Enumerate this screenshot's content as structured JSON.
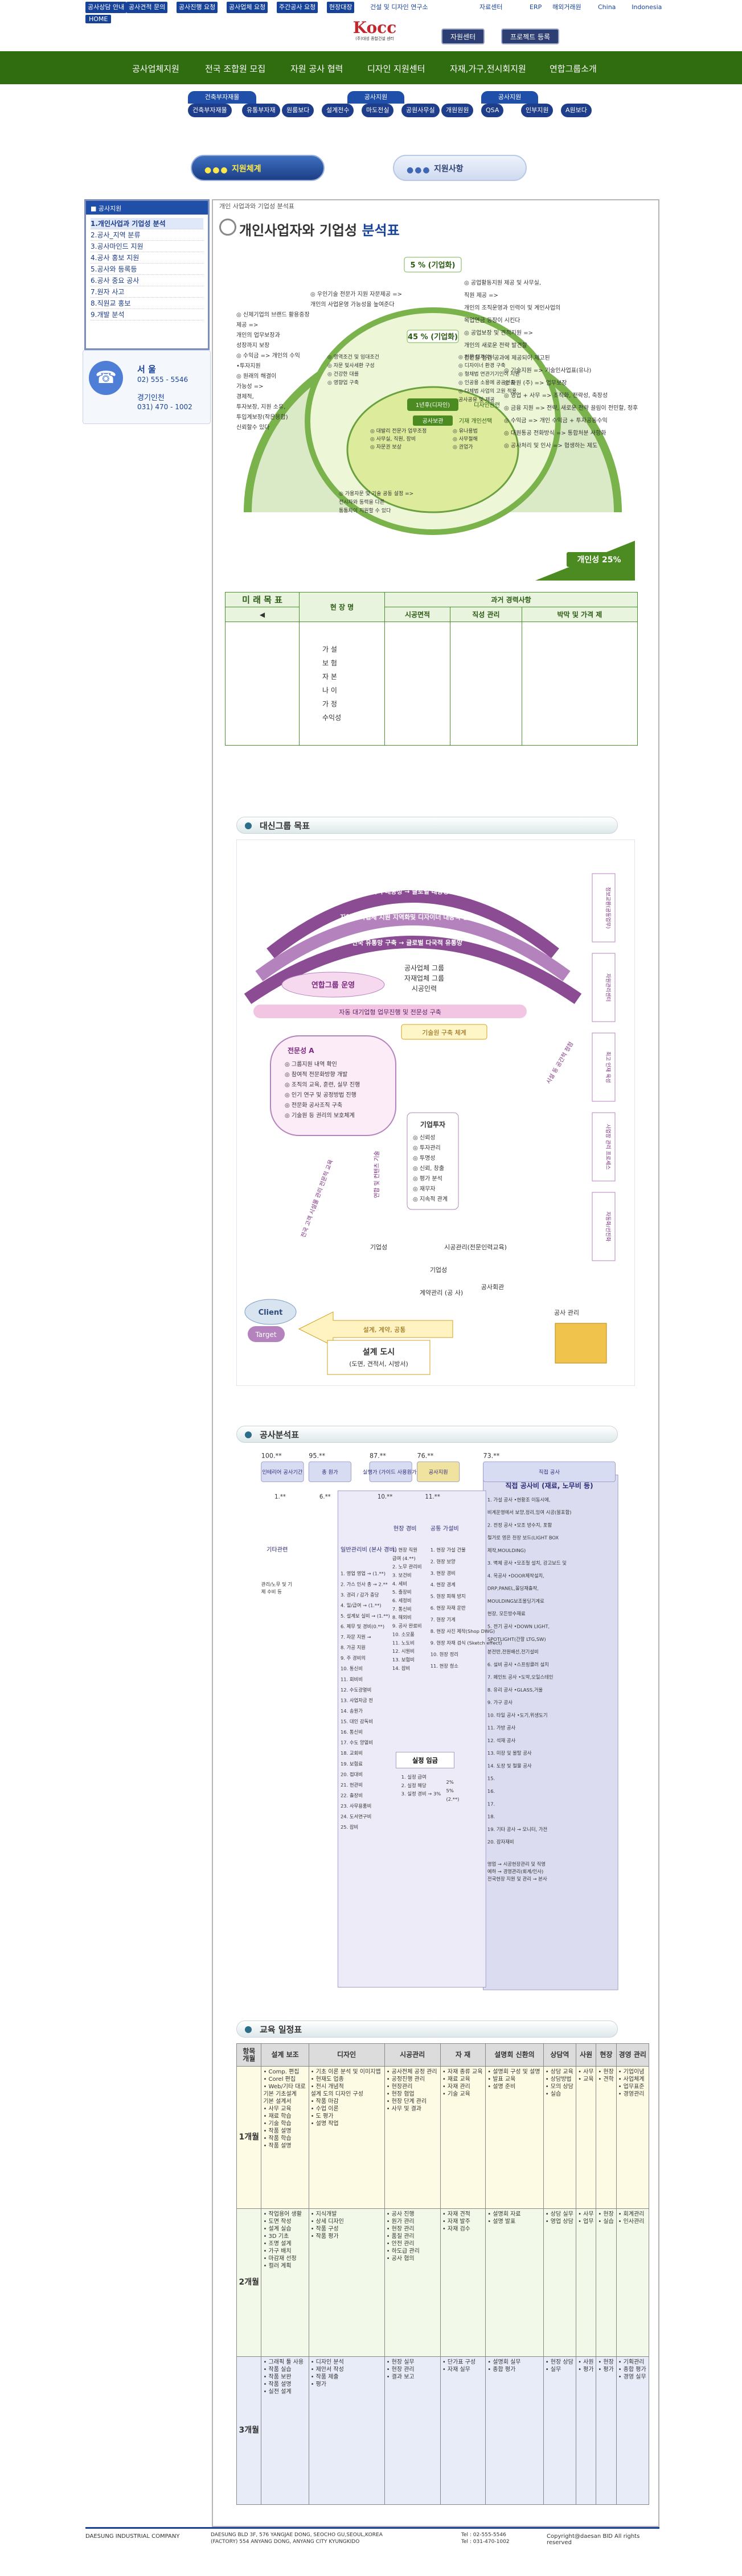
{
  "top_links": [
    {
      "label": "공사상담 안내",
      "style": "blue"
    },
    {
      "label": "공사견적 문의",
      "style": "blue"
    },
    {
      "label": "공사진행 요청",
      "style": "blue"
    },
    {
      "label": "공사업체 요청",
      "style": "blue"
    },
    {
      "label": "주간공사 요청",
      "style": "blue"
    },
    {
      "label": "현장대장",
      "style": "blue"
    },
    {
      "label": "건설 및 디자인 연구소",
      "style": "plain"
    },
    {
      "label": "자료센터",
      "style": "plain"
    },
    {
      "label": "ERP",
      "style": "plain"
    },
    {
      "label": "해외거래원",
      "style": "plain"
    },
    {
      "label": "China",
      "style": "plain"
    },
    {
      "label": "Indonesia",
      "style": "plain"
    }
  ],
  "home_label": "HOME",
  "logo": {
    "mark": "Kocc",
    "sub": "(주)대성 종합건설 센터"
  },
  "header_buttons": [
    "자원센터",
    "프로젝트 등록"
  ],
  "main_nav": [
    "공사업체지원",
    "전국 조합원 모집",
    "자원 공사 협력",
    "디자인 지원센터",
    "자재,가구,전시회지원",
    "연합그룹소개"
  ],
  "subnav_heads": [
    "건축부자재몰",
    "공사지원",
    "공사지원"
  ],
  "subnav": [
    "건축부자재몰",
    "유통부자재",
    "원룸보다",
    "설계전수",
    "마도전실",
    "공원사무실",
    "개원원원",
    "QSA",
    "인부지원",
    "A원보다"
  ],
  "tabs": [
    {
      "label": "지원체계",
      "active": true
    },
    {
      "label": "지원사항",
      "active": false
    }
  ],
  "sidebar": {
    "head": "■ 공사지원",
    "items": [
      "1.개인사업과 기업성 분석",
      "2.공사_지역 분류",
      "3.공사마인드 지원",
      "4.공사 홍보 지원",
      "5.공사와 등록등",
      "6.공사 중요 공사",
      "7.원자 사고",
      "8.직원교 홍보",
      "9.개발 분석"
    ]
  },
  "contact": {
    "t1": "서 울",
    "n1": "02) 555 - 5546",
    "t2": "경기인천",
    "n2": "031) 470 - 1002"
  },
  "breadcrumb": "개인 사업과와 기업성 분석표",
  "page_title_a": "개인사업자와 기업성 ",
  "page_title_b": "분석표",
  "diag1": {
    "top_pct": "5 % (기업화)",
    "mid_pct": "45 % (기업화)",
    "center_a": "1년후(디자인)",
    "center_b": "디자인관련",
    "center_c": "공사보관",
    "center_d": "기재 개인선택",
    "bottom_pct": "개인성 25%",
    "left_items": [
      "◎ 우인기술 전문가 지원 자문제공 =>",
      "개인의 사업운영 가능성을 높여준다",
      "◎ 신제기업의 브랜드 활용중장",
      "제공 =>",
      "개인의 업무보장과",
      "성장까지 보장",
      "◎ 수익금 => 개인의 수익",
      "•투자지원",
      "◎ 원래의 해결이",
      "가능성 =>",
      "경제적,",
      "투자보장, 지원 소유,",
      "투입계보장(작은용합)",
      "신뢰할수 있다"
    ],
    "right_items": [
      "◎ 공업활동지원 제공 및 사무실,",
      "직원 제공 =>",
      "개인의 조직운영과 인력이 및 계인사업의",
      "목업연금 등장이 시킨다",
      "◎ 공업보장 및 견적지원 =>",
      "개인의 새로운 전략 발견할",
      "전민할 점검 공과에 제공되어 제고된",
      "◎ 기술지원 => 기술인사업표(유나)",
      "◎ 자원 (주) => 업무보장",
      "◎ 영업 + 사무 => 조직화, 전략성, 축장성",
      "◎ 금융 지원 => 전략, 새로운 전략 끌림이 전민할, 정후성",
      "◎ 수익금 => 개인 수익금 + 투자공동수익",
      "◎ 대원통공 전화방식 => 통합처분 사항화",
      "◎ 공사처리 및 인사 => 협생하는 제도"
    ],
    "inner_items": [
      "◎ 영역조건 및 임대조건",
      "◎ 자문 및사세환 구성",
      "◎ 건강한 대를",
      "◎ 영향업 구축",
      "◎ 전문 디자이너",
      "◎ 디자이너 환경 구축",
      "◎ 형채법 연관기기인이 지원",
      "◎ 인공용 소용에 공공연출",
      "◎ 다체법 사업의 고원 적용",
      "공사공유 및 제공"
    ],
    "lower_items": [
      "◎ 대발리 전문가 업무조정",
      "◎ 사무실, 직원, 장비",
      "◎ 자문권 보상",
      "◎ 유나용법",
      "◎ 사무절해",
      "◎ 권업가",
      "◎ 가용자문 및 기술 공동 설정 =>",
      "전시자와 동력을 다른",
      "통통차이 지원할 수 있다"
    ]
  },
  "goal_table": {
    "head_left": "미 래 목 표",
    "head_mid": "현 장 명",
    "head_right": "과거 경력사항",
    "sub_cols": [
      "시공면적",
      "직성 관리",
      "박막 및 가격 제"
    ],
    "rows": [
      "가 설",
      "보 험",
      "자 본",
      "나 이",
      "가 정",
      "수익성"
    ]
  },
  "section2": "대신그룹 목표",
  "diag2": {
    "arcs": [
      "전국적 대중성 → 글로벌 대중성",
      "지역 공사업체 지원 지역화및 디자이너 대중적 인재",
      "전국 유통망 구축 → 글로벌 다국적 유통망"
    ],
    "group_label": "연합그룹 운영",
    "group_items": [
      "공사업체 그룹",
      "자재업체 그룹",
      "시공인력"
    ],
    "tech_bar": "자동 대기업형 업무진행 및 전문성 구축",
    "tech_box": "기술원 구축 체계",
    "left_title": "전문성 A",
    "left_items": [
      "◎ 그룹지원 내역 확인",
      "◎ 참여적 전문화방향 개발",
      "◎ 조직의 교육, 훈련, 실무 진행",
      "◎ 인기 연구 및 공정방법 진행",
      "◎ 전문화 공사조직 구축",
      "◎ 기술원 등 권리의 보호체계"
    ],
    "mid_title": "기업투자",
    "mid_items": [
      "◎ 신뢰성",
      "◎ 투자관리",
      "◎ 투명성",
      "◎ 신뢰, 창출",
      "◎ 평가 분석",
      "◎ 재무자",
      "◎ 지속적 관계"
    ],
    "left_vert": "전국 고객 시설물 관리 전문적 교육",
    "mid_vert": "연합 및 컨텐츠 기술",
    "right_vert": "시설 등 공간적 정점",
    "right_col": [
      "정보교환(공동업무)",
      "자원관리센터",
      "최고 인재 육성",
      "사업장 관리 프로세스",
      "자동화/선진화"
    ],
    "bottom_labels": [
      "기업성",
      "시공관리(전문인력교육)",
      "기업성",
      "계약관리 (공 사)",
      "공사회관",
      "공사 관리"
    ],
    "client": "Client",
    "target": "Target",
    "bottom_arrow": "설계, 계약, 공통",
    "bottom_main": "설계 도시",
    "bottom_sub": "(도면, 견적서, 시방서)"
  },
  "section3": "공사분석표",
  "diag3": {
    "top_nums": [
      "100.**",
      "95.**",
      "87.**",
      "76.**",
      "73.**"
    ],
    "top_boxes": [
      "인테리어 공사기간",
      "총 원가",
      "실행가 (가이드 사용원가)",
      "공사지원",
      "직접 공사"
    ],
    "sub_nums": [
      "1.**",
      "6.**",
      "10.**",
      "11.**"
    ],
    "labels": [
      "기타관련",
      "일반관리비 (본사 경비)",
      "현장 경비",
      "공통 가설비"
    ],
    "small_labels": [
      "관리/노무 및 기",
      "제 수비 등"
    ],
    "col1_items": [
      "1. 영업 영업 → (1.**)",
      "2. 가스 인사 총 → 2.**",
      "3. 경리 / 감가 충당",
      "4. 일/급여 → (1.**)",
      "5. 설계보 실비 → (1.**)",
      "6. 제무 및 경비(0.**)",
      "7. 자문 지원 →",
      "8. 가공 지원",
      "9. 주 경비의",
      "10. 통신비",
      "11. 회비비",
      "12. 수도광열비",
      "13. 사업자금 전",
      "14. 송원가",
      "15. 대인 감독비",
      "16. 통신비",
      "17. 수도 양열비",
      "18. 교회비",
      "19. 보험료",
      "20. 접대비",
      "21. 현관비",
      "22. 출장비",
      "23. 사무용품비",
      "24. 도서연구비",
      "25. 잡비"
    ],
    "col2_items": [
      "1. 현장 직원",
      "급여 (4.**)",
      "2. 노무 관리비",
      "3. 보건비",
      "4. 세비",
      "5. 출장비",
      "6. 세정비",
      "7. 통신비",
      "8. 해외비",
      "9. 공사 완료비",
      "10. 소모품",
      "11. 노도비",
      "12. 시원비",
      "13. 보험비",
      "14. 잡비"
    ],
    "col3_items": [
      "1. 현장 가설 건물",
      "2. 현장 보양",
      "3. 현장 경비",
      "4. 현장 경계",
      "5. 현장 피해 방지",
      "6. 현장 자재 운반",
      "7. 현장 기계",
      "8. 현장 사진 제작(Shop DWG)",
      "9. 현장 자재 검식 (Sketch effect)",
      "10. 현장 정리",
      "11. 현장 청소"
    ],
    "right_title": "직접 공사비 (재료, 노무비 등)",
    "right_items": [
      "1. 가설 공사 •현황조 이동시에,",
      "비계운영에서 보양,정리,잉여 시공(불포함)",
      "2. 전정 공사 •모조 방수지, 포함",
      "철거로 영은 천장 보드(LIGHT BOX",
      "제작,MOULDING)",
      "3. 벽체 공사 •모조철 설치, 강고보드 및",
      "4. 목공사 •DOOR제작설치,",
      "DRP,PANEL,몰딩재출작,",
      "MOULDING보조몰딩기계로",
      "현장, 모든방수재료",
      "5. 전기 공사 •DOWN LIGHT,",
      "SPOTLIGHT(간할 LTG,SW)",
      "분전반,전원배선,전기설비",
      "6. 설비 공사 •스프링클러 설치",
      "7. 페인트 공사 •도막,오일스테인",
      "8. 유리 공사 •GLASS,거울",
      "9. 가구 공사",
      "10. 타일 공사 •도기,위생도기",
      "11. 가방 공사",
      "12. 석재 공사",
      "13. 미장 및 몰탈 공사",
      "14. 도장 및 철물 공사",
      "15.",
      "16.",
      "17.",
      "18.",
      "19. 기타 공사 → 모니터, 가전",
      "20. 잡자재비"
    ],
    "note_lines": [
      "영업 → 시공현장관리 및 직영",
      "예하 → 경영관리(회계/인사)",
      "전국현장 지원 및 관리 → 본사"
    ],
    "bottom_box": "실정 임금",
    "bottom_items": [
      "1. 실정 급여",
      "2. 실정 해당",
      "3. 실정 경비 → 3%"
    ],
    "pct_labels": [
      "2%",
      "5%",
      "(2.**)"
    ]
  },
  "section4": "교육 일정표",
  "edu": {
    "headers": [
      "항목\n개월",
      "설계 보조",
      "디자인",
      "시공관리",
      "자 재",
      "설명회 신환의",
      "상담역",
      "사원",
      "현장",
      "경영 관리"
    ],
    "rows": [
      {
        "level": "1개월",
        "cells": [
          "• Comp. 편집\n• Corel 편집\n• Web/기타 대로\n기본 기초설계\n기본 설계서\n• 사무 교육\n• 재료 학습\n• 기술 학습\n• 작품 설명\n• 작품 학습\n• 작품 설명",
          "• 기초 이론 분석 및 이미지맵\n• 현재도 업종\n• 전시 개념적\n설계 도의 디자인 구성\n• 작품 마감\n• 수업 이론\n• 도 평가\n• 설명 작업",
          "• 공사전체 공정 관리\n• 공정진행 관리\n• 현장관리\n• 현장 협업\n• 현장 단계 관리\n• 사무 및 결과",
          "• 자재 종류 교육\n• 재료 교육\n• 자재 관리\n• 기술 교육",
          "• 설명회 구성 및 설명\n• 발표 교육\n• 설명 준비",
          "• 상담 교육\n• 상담방법\n• 모의 상담\n• 실습",
          "• 사무\n• 교육",
          "• 현장\n• 견학",
          "• 기업이념\n• 사업체계\n• 업무표준\n• 경영관리"
        ]
      },
      {
        "level": "2개월",
        "cells": [
          "• 작업용어 생활\n• 도면 작성\n• 설계 실습\n• 3D 기초\n• 조명 설계\n• 가구 배치\n• 마감재 선정\n• 컬러 계획",
          "• 지식개발\n• 상세 디자인\n• 작품 구성\n• 작품 평가",
          "• 공사 진행\n• 원가 관리\n• 현장 관리\n• 품질 관리\n• 안전 관리\n• 하도급 관리\n• 공사 협의",
          "• 자재 견적\n• 자재 발주\n• 자재 검수",
          "• 설명회 자료\n• 설명 발표",
          "• 상담 실무\n• 영업 상담",
          "• 사무\n• 업무",
          "• 현장\n• 실습",
          "• 회계관리\n• 인사관리"
        ]
      },
      {
        "level": "3개월",
        "cells": [
          "• 그래픽 툴 사용\n• 작품 실습\n• 작품 보완\n• 작품 설명\n• 실전 설계",
          "• 디자인 분석\n• 제안서 작성\n• 작품 제출\n• 평가",
          "• 현장 실무\n• 현장 관리\n• 결과 보고",
          "• 단가표 구성\n• 자재 실무",
          "• 설명회 실무\n• 종합 평가",
          "• 현장 상담\n• 실무",
          "• 사원\n• 평가",
          "• 현장\n• 평가",
          "• 기획관리\n• 종합 평가\n• 경영 실무"
        ]
      }
    ]
  },
  "footer": {
    "company": "DAESUNG INDUSTRIAL COMPANY",
    "addr1": "DAESUNG BLD 3F,   576 YANGJAE DONG, SEOCHO GU,SEOUL,KOREA",
    "addr2": "(FACTORY) 554 ANYANG DONG, ANYANG CITY KYUNGKIDO",
    "tel1": "Tel : 02-555-5546",
    "tel2": "Tel : 031-470-1002",
    "copy": "Copyright@daesan BID All rights reserved"
  }
}
